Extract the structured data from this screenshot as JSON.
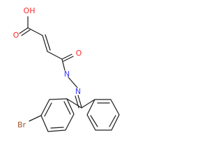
{
  "structure": {
    "atom_labels": {
      "hydroxyl": "OH",
      "carboxyl_oxygen": "O",
      "amide_oxygen": "O",
      "amide_nitrogen": "N",
      "imine_nitrogen": "N",
      "bromine": "Br"
    }
  },
  "colors": {
    "bond": "#202020",
    "oxygen": "#ff2a2a",
    "nitrogen": "#3a3aff",
    "bromine": "#a0522d"
  }
}
